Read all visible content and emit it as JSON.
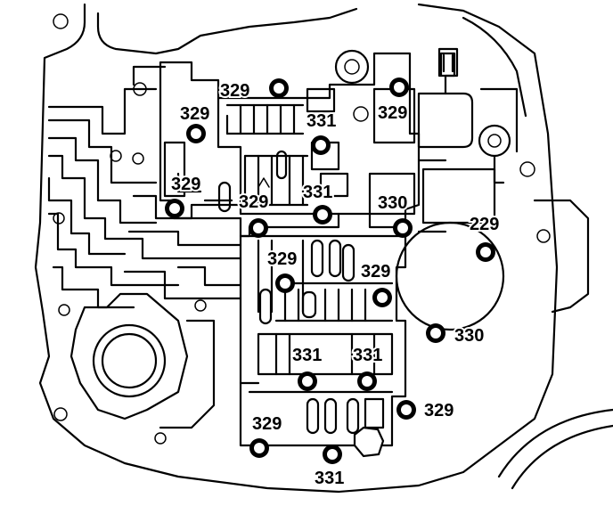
{
  "callouts": {
    "c01": "329",
    "c02": "329",
    "c03": "331",
    "c04": "329",
    "c05": "329",
    "c06": "329",
    "c07": "331",
    "c08": "330",
    "c09": "229",
    "c10": "329",
    "c11": "329",
    "c12": "330",
    "c13": "331",
    "c14": "331",
    "c15": "329",
    "c16": "329",
    "c17": "331"
  }
}
